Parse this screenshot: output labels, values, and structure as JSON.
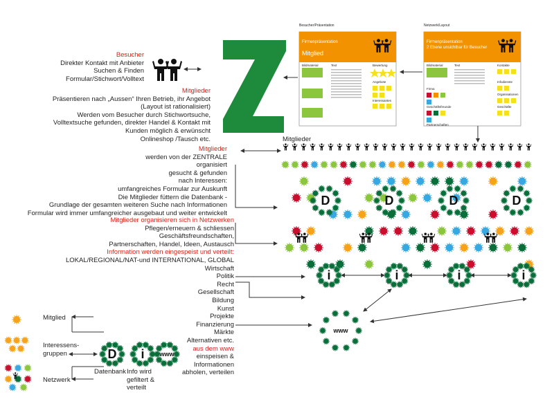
{
  "visitor_block": {
    "heading": "Besucher",
    "lines": [
      "Direkter Kontakt mit Anbieter",
      "Suchen & Finden",
      "Formular/Stichwort/Volltext"
    ]
  },
  "members_intro_block": {
    "heading": "Mitglieder",
    "lines": [
      "Präsentieren nach „Aussen“ Ihren Betrieb, ihr Angebot",
      "(Layout ist rationalisiert)",
      "Werden vom Besucher durch Stichwortsuche,",
      "Volltextsuche gefunden, direkter Handel & Kontakt mit",
      "Kunden möglich & erwünscht",
      "Onlineshop /Tausch etc."
    ]
  },
  "panel_left": {
    "caption": "Besucher/Präsentation",
    "header_line1": "Firmenpräsentation",
    "header_line2": "Mitglied",
    "col1": "Bildmaterial",
    "col2": "Text",
    "col3": "Bewertung",
    "col3b": "Angebote",
    "col3c": "Interessantes"
  },
  "panel_right": {
    "caption": "Netzwerk/Layout",
    "header_line1": "Firmenpräsentation",
    "header_line2": "2 Ebene unsichtbar für Besucher",
    "col1": "Bildmaterial",
    "col2": "Text",
    "col3": "Kontakte",
    "col1b": "Firma",
    "col1c": "Geschäftsfreunde",
    "col1d": "Partnerschaften",
    "col3b": "Infodienste",
    "col3c": "Organisationen",
    "col3d": "Geschäfte"
  },
  "network_label": "Mitglieder",
  "central_block": {
    "heading": "Mitglieder",
    "lines": [
      "werden von der ZENTRALE",
      "organisiert",
      "gesucht & gefunden",
      "nach Interessen:",
      "umfangreiches Formular zur Auskunft",
      "Die Mitglieder füttern die Datenbank -",
      "Grundlage der gesamten weiteren Suche nach Informationen",
      "Formular wird immer umfangreicher ausgebaut und weiter entwickelt"
    ]
  },
  "network_block": {
    "heading": "Mitglieder organisieren sich in Netzwerken",
    "lines": [
      "Pflegen/erneuern & schliessen",
      "Geschäftsfreundschaften,",
      "Partnerschaften, Handel, Ideen, Austausch"
    ],
    "heading2": "Information werden eingespeist und verteilt:",
    "lines2": [
      "LOKAL/REGIONAL/NAT-und INTERNATIONAL, GLOBAL",
      "Wirtschaft",
      "Politik",
      "Recht",
      "Gesellschaft",
      "Bildung",
      "Kunst",
      "Projekte",
      "Finanzierung",
      "Märkte",
      "Alternativen etc."
    ],
    "heading3": "aus dem www",
    "lines3": [
      "einspeisen &",
      "Informationen",
      "abholen, verteilen"
    ]
  },
  "legend": {
    "member": "Mitglied",
    "interest_groups": "Interessens-\ngruppen",
    "network": "Netzwerk",
    "database": "Datenbank",
    "info": "Info wird\ngefiltert &\nverteilt"
  },
  "node_symbols": {
    "database": "D",
    "info": "i",
    "www": "www"
  },
  "colors": {
    "brand_green": "#1e8a3c",
    "orange": "#f39200",
    "red_text": "#d4251c",
    "node_red": "#c8102e",
    "node_blue": "#3aa8e0",
    "node_green": "#8cc63f",
    "node_orange": "#f7a21b",
    "node_darkgreen": "#0a6e3a",
    "yellow": "#f5e11b"
  }
}
